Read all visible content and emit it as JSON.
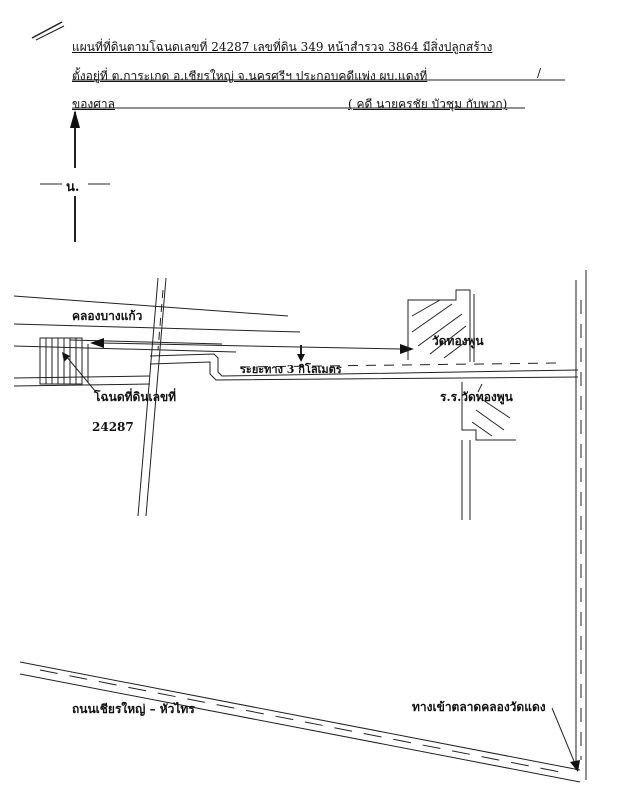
{
  "header": {
    "line1": "แผนที่ที่ดินตามโฉนดเลขที่  24287    เลขที่ดิน  349  หน้าสำรวจ  3864  มีสิ่งปลูกสร้าง",
    "line2": "ตั้งอยู่ที่  ต.การะเกด  อ.เชียรใหญ่  จ.นครศรีฯ  ประกอบคดีแพ่ง  ผบ.แดงที่",
    "line2_slash": "/",
    "line3_left": "ของศาล",
    "line3_right": "( คดี นายครชัย  บัวชุม  กับพวก)"
  },
  "compass": {
    "north_label": "น."
  },
  "map": {
    "canal": "คลองบางแก้ว",
    "temple": "วัดทองพูน",
    "distance": "ระยะทาง  3  กิโลเมตร",
    "deed_label": "โฉนดที่ดินเลขที่",
    "deed_number": "24287",
    "school": "ร.ร.วัดทองพูน",
    "road": "ถนนเชียรใหญ่ – หัวไทร",
    "market_entrance": "ทางเข้าตลาดคลองวัดแดง"
  }
}
